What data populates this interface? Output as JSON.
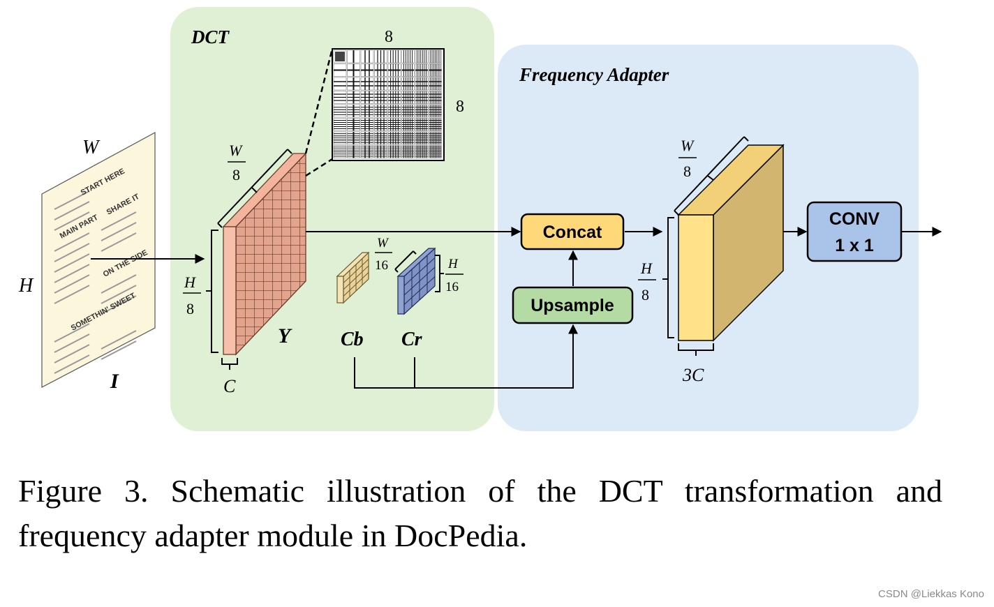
{
  "sections": {
    "dct_title": "DCT",
    "adapter_title": "Frequency Adapter"
  },
  "input_image": {
    "symbol": "I",
    "width_label": "W",
    "height_label": "H",
    "headings": [
      "START HERE",
      "SHARE IT",
      "MAIN PART",
      "ON THE SIDE",
      "SOMETHIN' SWEET"
    ]
  },
  "dct_basis": {
    "top_label": "8",
    "side_label": "8"
  },
  "y_channel": {
    "symbol": "Y",
    "width_num": "W",
    "width_den": "8",
    "height_num": "H",
    "height_den": "8",
    "depth_label": "C"
  },
  "chroma": {
    "cb_symbol": "Cb",
    "cr_symbol": "Cr",
    "width_num": "W",
    "width_den": "16",
    "height_num": "H",
    "height_den": "16"
  },
  "blocks": {
    "concat": "Concat",
    "upsample": "Upsample",
    "conv_line1": "CONV",
    "conv_line2": "1 x 1"
  },
  "output_feature": {
    "width_num": "W",
    "width_den": "8",
    "height_num": "H",
    "height_den": "8",
    "depth_label": "3C"
  },
  "colors": {
    "dct_bg": "#dff0d5",
    "adapter_bg": "#dceaf7",
    "y_front": "#f6c0aa",
    "y_face": "#e2a48c",
    "cb": "#f3e3b6",
    "cr": "#8fa2d0",
    "concat": "#ffd87a",
    "upsample": "#b5dba4",
    "conv": "#a9c4e8",
    "out_front": "#ffe28a",
    "out_side": "#d2b56e"
  },
  "caption": "Figure 3.  Schematic illustration of the DCT transformation and frequency adapter module in DocPedia.",
  "watermark": "CSDN @Liekkas Kono"
}
